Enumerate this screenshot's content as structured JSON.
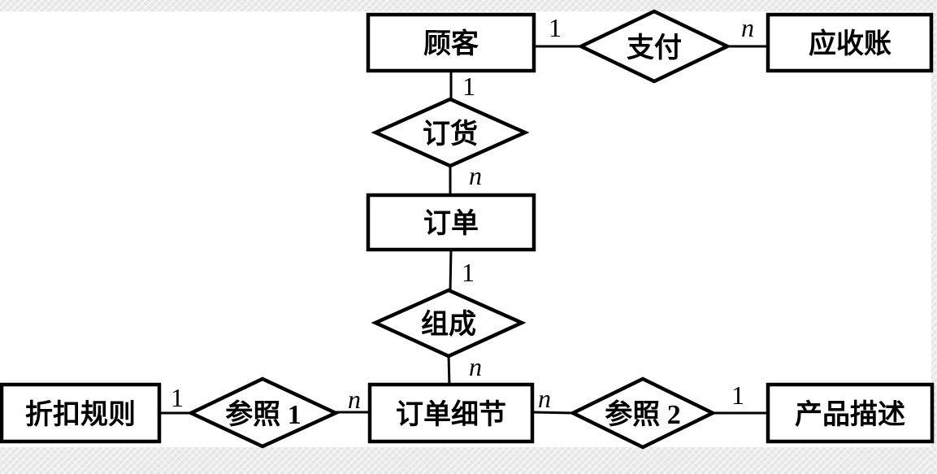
{
  "diagram_type": "entity-relationship",
  "colors": {
    "stroke": "#000000",
    "shape_fill": "#ffffff",
    "canvas": "#ffffff",
    "border_band": "#ebebeb"
  },
  "entities": [
    {
      "id": "customer",
      "label": "顾客"
    },
    {
      "id": "receivables",
      "label": "应收账"
    },
    {
      "id": "order",
      "label": "订单"
    },
    {
      "id": "discount-rule",
      "label": "折扣规则"
    },
    {
      "id": "order-detail",
      "label": "订单细节"
    },
    {
      "id": "product-desc",
      "label": "产品描述"
    }
  ],
  "relationships": [
    {
      "id": "pay",
      "label": "支付"
    },
    {
      "id": "place-order",
      "label": "订货"
    },
    {
      "id": "compose",
      "label": "组成"
    },
    {
      "id": "reference-1",
      "label": "参照 1"
    },
    {
      "id": "reference-2",
      "label": "参照 2"
    }
  ],
  "cardinalities": [
    {
      "at": "customer-pay",
      "label": "1"
    },
    {
      "at": "pay-receivables",
      "label": "n"
    },
    {
      "at": "customer-place-order",
      "label": "1"
    },
    {
      "at": "place-order-order",
      "label": "n"
    },
    {
      "at": "order-compose",
      "label": "1"
    },
    {
      "at": "compose-order-detail",
      "label": "n"
    },
    {
      "at": "discount-rule-reference-1",
      "label": "1"
    },
    {
      "at": "reference-1-order-detail",
      "label": "n"
    },
    {
      "at": "order-detail-reference-2",
      "label": "n"
    },
    {
      "at": "reference-2-product-desc",
      "label": "1"
    }
  ]
}
